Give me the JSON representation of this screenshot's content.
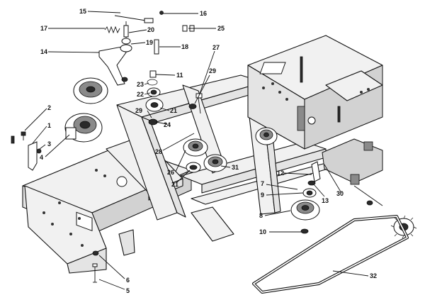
{
  "diagram": {
    "callouts": [
      {
        "id": "c1",
        "text": "1"
      },
      {
        "id": "c2",
        "text": "2"
      },
      {
        "id": "c3",
        "text": "3"
      },
      {
        "id": "c4",
        "text": "4"
      },
      {
        "id": "c5",
        "text": "5"
      },
      {
        "id": "c6",
        "text": "6"
      },
      {
        "id": "c7",
        "text": "7"
      },
      {
        "id": "c8",
        "text": "8"
      },
      {
        "id": "c9",
        "text": "9"
      },
      {
        "id": "c10",
        "text": "10"
      },
      {
        "id": "c11",
        "text": "11"
      },
      {
        "id": "c12",
        "text": "12"
      },
      {
        "id": "c13",
        "text": "13"
      },
      {
        "id": "c14",
        "text": "14"
      },
      {
        "id": "c15",
        "text": "15"
      },
      {
        "id": "c16",
        "text": "16"
      },
      {
        "id": "c17",
        "text": "17"
      },
      {
        "id": "c18",
        "text": "18"
      },
      {
        "id": "c19",
        "text": "19"
      },
      {
        "id": "c20",
        "text": "20"
      },
      {
        "id": "c21a",
        "text": "21"
      },
      {
        "id": "c21b",
        "text": "21"
      },
      {
        "id": "c22",
        "text": "22"
      },
      {
        "id": "c23",
        "text": "23"
      },
      {
        "id": "c24",
        "text": "24"
      },
      {
        "id": "c25",
        "text": "25"
      },
      {
        "id": "c26",
        "text": "26"
      },
      {
        "id": "c27",
        "text": "27"
      },
      {
        "id": "c28",
        "text": "28"
      },
      {
        "id": "c29a",
        "text": "29"
      },
      {
        "id": "c29b",
        "text": "29"
      },
      {
        "id": "c30",
        "text": "30"
      },
      {
        "id": "c31",
        "text": "31"
      },
      {
        "id": "c32",
        "text": "32"
      }
    ]
  }
}
